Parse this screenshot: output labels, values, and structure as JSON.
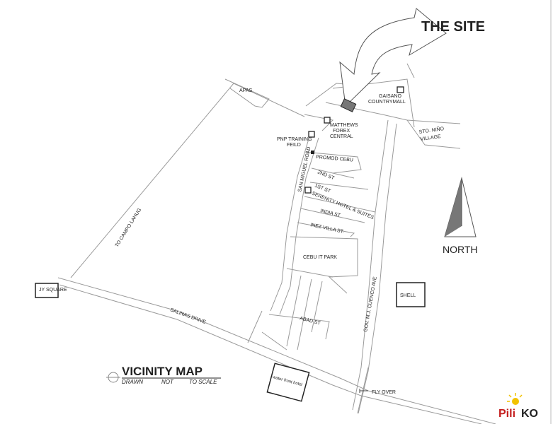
{
  "map": {
    "site_title": "THE SITE",
    "north_label": "NORTH",
    "title": "VICINITY MAP",
    "subtitle": [
      "DRAWN",
      "NOT",
      "TO SCALE"
    ],
    "watermark": "PiliKO",
    "brand_colors": {
      "pili": "#c41e1e",
      "ko": "#222222",
      "sun": "#f2c200"
    },
    "landmarks": {
      "apas": "APAS",
      "gaisano": [
        "GAISANO",
        "COUNTRYMALL"
      ],
      "sto_nino": [
        "STO. NIÑO",
        "VILLAGE"
      ],
      "matthews": [
        "MATTHEWS",
        "FOREX",
        "CENTRAL"
      ],
      "pnp": [
        "PNP TRAINING",
        "FEILD"
      ],
      "promod": "PROMOD CEBU",
      "serenity": "SERENITY HOTEL & SUITES",
      "cebu_it_park": "CEBU IT PARK",
      "jy_square": "JY SQUARE",
      "shell": "SHELL",
      "waterfront": "water front hotel",
      "fly_over": "FLY OVER"
    },
    "streets": {
      "san_miguel": "SAN MIGUEL ROAD",
      "second_st": "2ND ST",
      "first_st": "1ST ST",
      "india_st": "INDIA ST",
      "inez_villa": "INEZ VILLA ST.",
      "abad_st": "ABAD ST",
      "salinas": "SALINAS DRIVE",
      "campo_lahug": "TO CAMPO LAHUG",
      "cuenco": "GOV. M.J. CUENCO AVE"
    }
  }
}
